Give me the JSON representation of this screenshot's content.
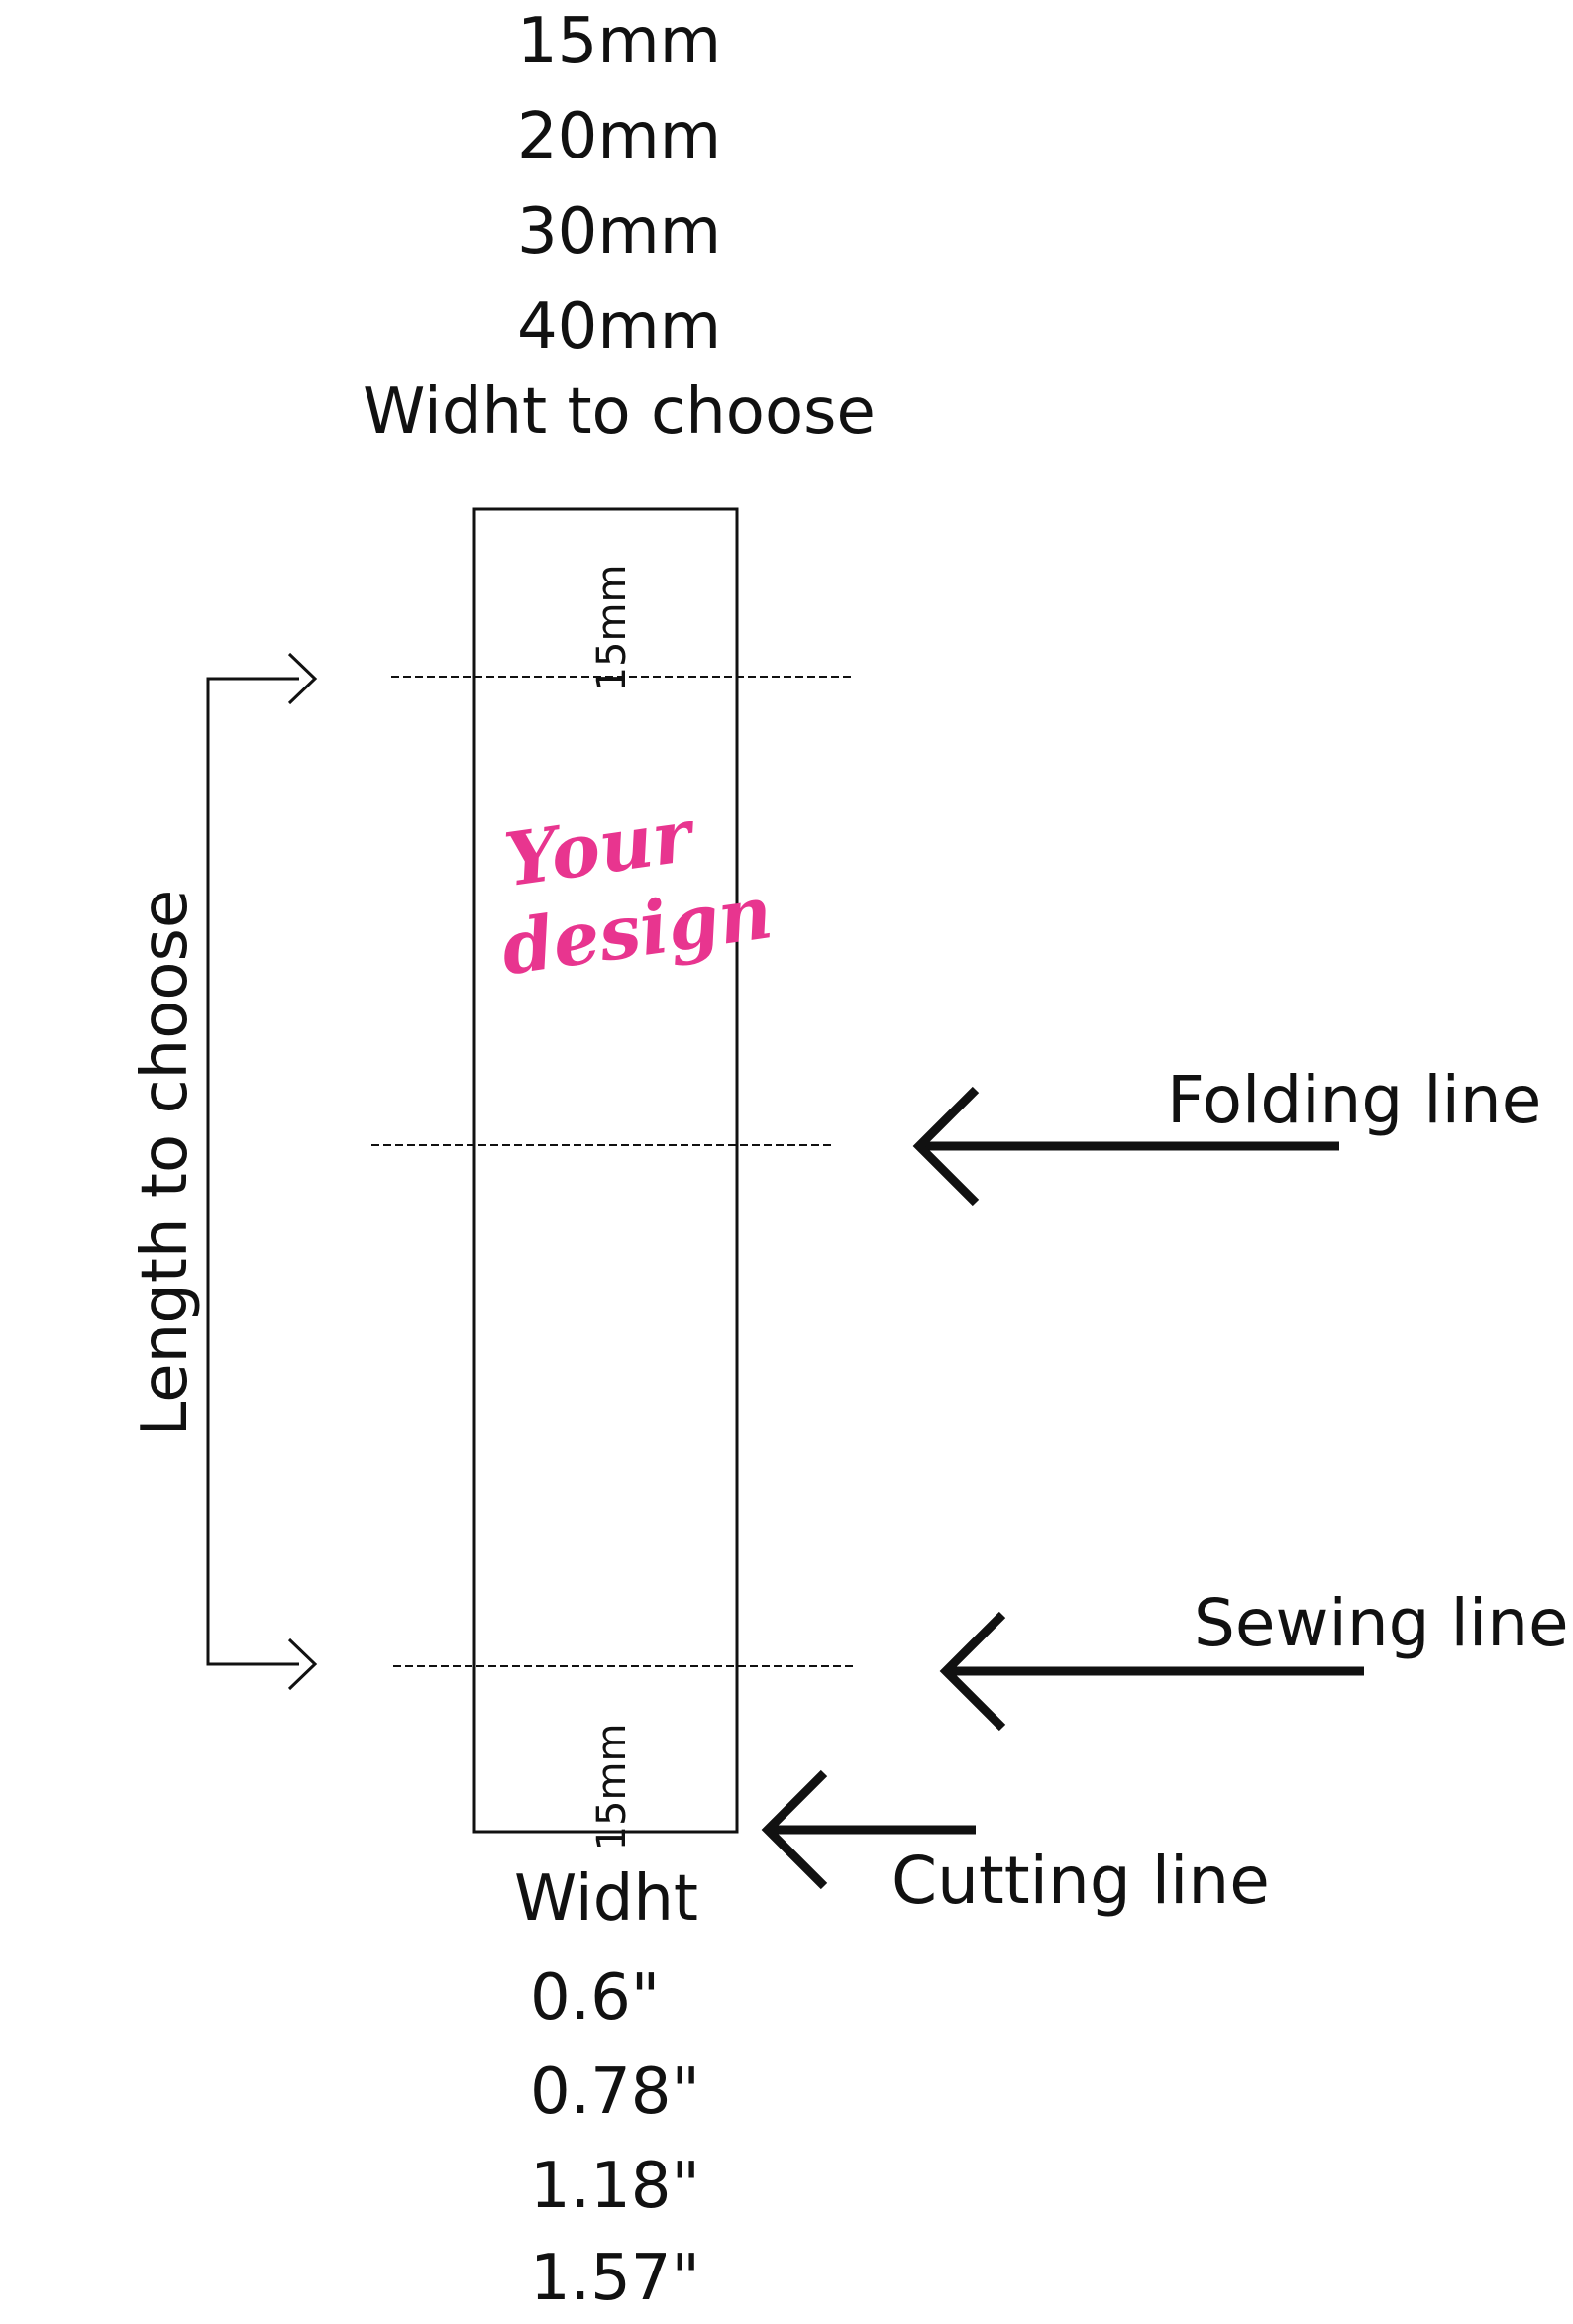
{
  "widths_mm": [
    "15mm",
    "20mm",
    "30mm",
    "40mm"
  ],
  "width_choose_label": "Widht to choose",
  "top_margin_label": "15mm",
  "bottom_margin_label": "15mm",
  "design_text": [
    "Your",
    "design"
  ],
  "length_label": "Length  to choose",
  "folding_label": "Folding line",
  "sewing_label": "Sewing line",
  "cutting_label": "Cutting line",
  "width_label": "Widht",
  "widths_in": [
    "0.6\"",
    "0.78\"",
    "1.18\"",
    "1.57\""
  ],
  "colors": {
    "design": "#e8358f",
    "ink": "#111111"
  }
}
